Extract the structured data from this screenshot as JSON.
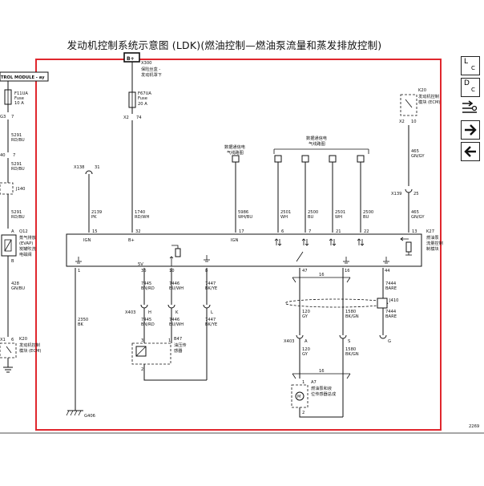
{
  "title": "发动机控制系统示意图 (LDK)(燃油控制—燃油泵流量和蒸发排放控制)",
  "top_block": {
    "power": "B+",
    "ref": "X300",
    "note1": "保险丝盒 -",
    "note2": "发动机罩下"
  },
  "left_module": {
    "label": "TROL MODULE - ay"
  },
  "fuses": {
    "f11": {
      "code": "F11UA",
      "type": "Fuse",
      "rating": "10 A",
      "pin_a": "G3",
      "pin_b": "7"
    },
    "f67": {
      "code": "F67UA",
      "type": "Fuse",
      "rating": "20 A",
      "pin_a": "X2",
      "pin_b": "74"
    }
  },
  "left_col": {
    "c_40": "40",
    "c_7": "7",
    "w1_num": "5291",
    "w1_col": "RD/BU",
    "w2_num": "5291",
    "w2_col": "RD/BU",
    "j140": "J140",
    "w3_num": "5291",
    "w3_col": "RD/BU",
    "pin_a": "A",
    "pin_b": "B",
    "q12": "Q12",
    "q12_l1": "蒸气排放",
    "q12_l2": "(EVAP)",
    "q12_l3": "炭罐吹洗",
    "q12_l4": "电磁阀",
    "w4_num": "428",
    "w4_col": "GN/BU",
    "x1": "X1",
    "pin_6": "6",
    "k20": "K20",
    "k20_l1": "发动机控制",
    "k20_l2": "模块 (ECM)"
  },
  "ecm_right": {
    "k20": "K20",
    "l1": "发动机控制",
    "l2": "模块 (ECM)",
    "x2": "X2",
    "pin_10": "10"
  },
  "ground_top": {
    "x138": "X138",
    "pin_31": "31"
  },
  "k27": {
    "id": "K27",
    "l1": "燃油泵",
    "l2": "流量控制",
    "l3": "制模块"
  },
  "pins_top": [
    "15",
    "32",
    "17",
    "6",
    "7",
    "21",
    "22",
    "13"
  ],
  "pin_labels": {
    "ign_left": "IGN",
    "bplus": "B+",
    "ign_mid": "IGN",
    "v5": "5V"
  },
  "wires_top": [
    {
      "num": "2139",
      "col": "PK"
    },
    {
      "num": "1740",
      "col": "RD/WH"
    },
    {
      "num": "5986",
      "col": "WH/BU"
    },
    {
      "num": "2501",
      "col": "WH"
    },
    {
      "num": "2500",
      "col": "BU"
    },
    {
      "num": "2501",
      "col": "WH"
    },
    {
      "num": "2500",
      "col": "BU"
    },
    {
      "num": "465",
      "col": "GN/GY"
    }
  ],
  "ecm_wire": {
    "num": "465",
    "col": "GN/GY",
    "x139": "X139",
    "pin_25": "25"
  },
  "serial_label": {
    "l1": "数据通信电",
    "l2": "气线路图"
  },
  "serial_label2": {
    "l1": "数据通信电",
    "l2": "气线路图"
  },
  "pins_bottom": [
    "1",
    "36",
    "10",
    "8",
    "47",
    "16",
    "44"
  ],
  "wires_bottom": {
    "w7445a": {
      "num": "7445",
      "col": "BN/RD"
    },
    "w7446a": {
      "num": "7446",
      "col": "BU/WH"
    },
    "w7447a": {
      "num": "7447",
      "col": "BK/YE"
    },
    "w7445b": {
      "num": "7445",
      "col": "BN/RD"
    },
    "w7446b": {
      "num": "7446",
      "col": "BU/WH"
    },
    "w7447b": {
      "num": "7447",
      "col": "BK/YE"
    },
    "w2350": {
      "num": "2350",
      "col": "BK"
    },
    "w7444a": {
      "num": "7444",
      "col": "BARE"
    },
    "w7444b": {
      "num": "7444",
      "col": "BARE"
    },
    "w120a": {
      "num": "120",
      "col": "GY"
    },
    "w1580a": {
      "num": "1580",
      "col": "BK/GN"
    },
    "w120b": {
      "num": "120",
      "col": "GY"
    },
    "w1580b": {
      "num": "1580",
      "col": "BK/GN"
    }
  },
  "x403_top": {
    "id": "X403",
    "h": "H",
    "k": "K",
    "l": "L"
  },
  "x403_bot": {
    "id": "X403",
    "a": "A",
    "s": "S",
    "g": "G"
  },
  "b47": {
    "id": "B47",
    "l1": "油压传",
    "l2": "感器",
    "p3": "3",
    "p1": "1",
    "p2": "2"
  },
  "j410": "J410",
  "twist": {
    "a": "16",
    "b": "16"
  },
  "a7": {
    "id": "A7",
    "l1": "燃油泵和液",
    "l2": "位传感器总成",
    "p1": "1",
    "p2": "2"
  },
  "g406": "G406",
  "page_ref": "2269",
  "nav_icons": [
    {
      "name": "location-icon",
      "glyph_a": "L",
      "glyph_b": "C"
    },
    {
      "name": "description-icon",
      "glyph_a": "D",
      "glyph_b": "C"
    },
    {
      "name": "connector-icon"
    },
    {
      "name": "arrow-right-icon"
    },
    {
      "name": "arrow-left-icon"
    }
  ],
  "colors": {
    "highlight": "#e0272e",
    "ink": "#111111"
  }
}
